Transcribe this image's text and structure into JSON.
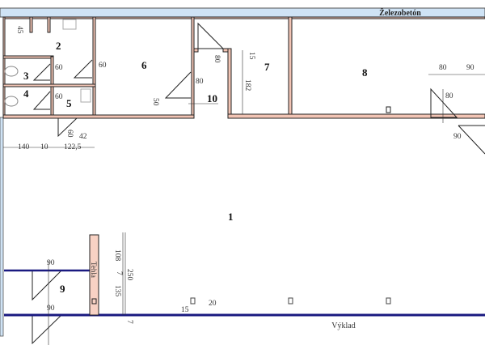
{
  "colors": {
    "wall": "#f2c4b4",
    "band": "#cfe3f5",
    "facade": "#1a1a80"
  },
  "band_label": "Železobetón",
  "facade_label": "Výklad",
  "pillar_label": "Tehla",
  "rooms": [
    "1",
    "2",
    "3",
    "4",
    "5",
    "6",
    "7",
    "8",
    "9",
    "10"
  ],
  "dims": {
    "d45": "45",
    "d60a": "60",
    "d60b": "60",
    "d60c": "60",
    "d60d": "60",
    "d80a": "80",
    "d80b": "80",
    "d50": "50",
    "d15": "15",
    "d182": "182",
    "d80c": "80",
    "d90a": "90",
    "d80d": "80",
    "d90b": "90",
    "d140": "140",
    "d10": "10",
    "d1225": "122,5",
    "d42": "42",
    "d108": "108",
    "d7a": "7",
    "d135": "135",
    "d250": "250",
    "d7b": "7",
    "d90c": "90",
    "d90d": "90",
    "d15b": "15",
    "d20": "20"
  }
}
